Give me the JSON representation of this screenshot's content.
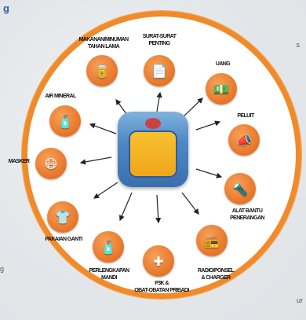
{
  "page": {
    "corner_title": "g",
    "corner_right_top": "s",
    "corner_left_bottom": "g",
    "corner_right_bottom": "ur"
  },
  "diagram": {
    "items": [
      {
        "id": "makanan",
        "label": "MAKANAN/MINUMAN\nTAHAN LAMA",
        "icon": "bottle-icon",
        "glyph": "🥫"
      },
      {
        "id": "surat",
        "label": "SURAT-SURAT\nPENTING",
        "icon": "documents-icon",
        "glyph": "📄"
      },
      {
        "id": "uang",
        "label": "UANG",
        "icon": "money-icon",
        "glyph": "💵"
      },
      {
        "id": "peluit",
        "label": "PELUIT",
        "icon": "whistle-icon",
        "glyph": "📣"
      },
      {
        "id": "alat",
        "label": "ALAT BANTU\nPENERANGAN",
        "icon": "flashlight-icon",
        "glyph": "🔦"
      },
      {
        "id": "radio",
        "label": "RADIO/PONSEL\n& CHARGER",
        "icon": "radio-icon",
        "glyph": "📻"
      },
      {
        "id": "p3k",
        "label": "P3K &\nOBAT-OBATAN PRIBADI",
        "icon": "first-aid-icon",
        "glyph": "✚"
      },
      {
        "id": "mandi",
        "label": "PERLENGKAPAN\nMANDI",
        "icon": "toiletries-icon",
        "glyph": "🧴"
      },
      {
        "id": "pakaian",
        "label": "PAKAIAN GANTI",
        "icon": "clothes-icon",
        "glyph": "👕"
      },
      {
        "id": "masker",
        "label": "MASKER",
        "icon": "mask-icon",
        "glyph": "😷"
      },
      {
        "id": "air",
        "label": "AIR MINERAL",
        "icon": "water-bottle-icon",
        "glyph": "🧴"
      }
    ],
    "center_icon": "backpack-icon",
    "colors": {
      "ring": "#f08a2a",
      "circle": "#e8772a",
      "pack": "#4f88c5",
      "pocket": "#f2b12a"
    }
  }
}
